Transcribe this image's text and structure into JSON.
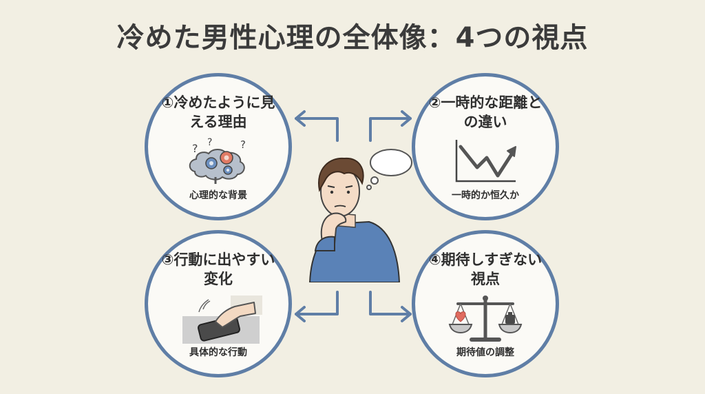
{
  "title": "冷めた男性心理の全体像：4つの視点",
  "viewpoints": [
    {
      "title": "①冷めたように見える理由",
      "caption": "心理的な背景",
      "icon": "brain-gears-icon"
    },
    {
      "title": "②一時的な距離との違い",
      "caption": "一時的か恒久か",
      "icon": "trend-chart-icon"
    },
    {
      "title": "③行動に出やすい変化",
      "caption": "具体的な行動",
      "icon": "smartphone-hand-icon"
    },
    {
      "title": "④期待しすぎない視点",
      "caption": "期待値の調整",
      "icon": "balance-scale-icon"
    }
  ],
  "colors": {
    "background": "#f2efe3",
    "accent": "#5f7ea6",
    "heart": "#e06b5f"
  },
  "center_figure": "thinking-man-icon"
}
